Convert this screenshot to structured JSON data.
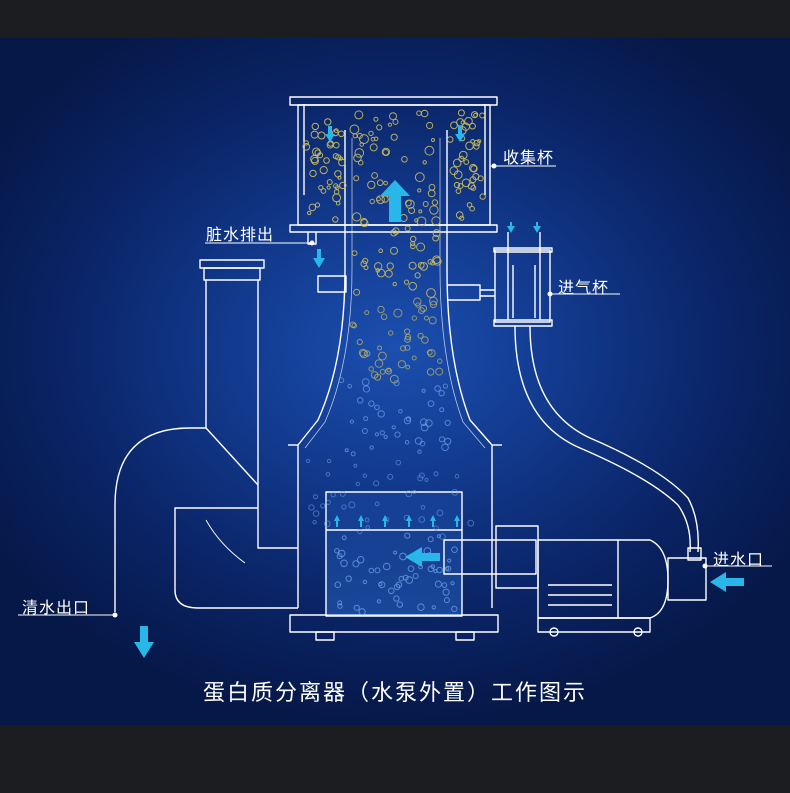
{
  "title": "蛋白质分离器（水泵外置）工作图示",
  "labels": {
    "collection_cup": "收集杯",
    "dirty_water_out": "脏水排出",
    "air_intake_cup": "进气杯",
    "water_inlet": "进水口",
    "clean_water_outlet": "清水出口"
  },
  "colors": {
    "line": "#ffffff",
    "arrow": "#29b6e8",
    "bubble_gold": "#c9b95a",
    "bubble_blue": "#6fa3e8"
  }
}
